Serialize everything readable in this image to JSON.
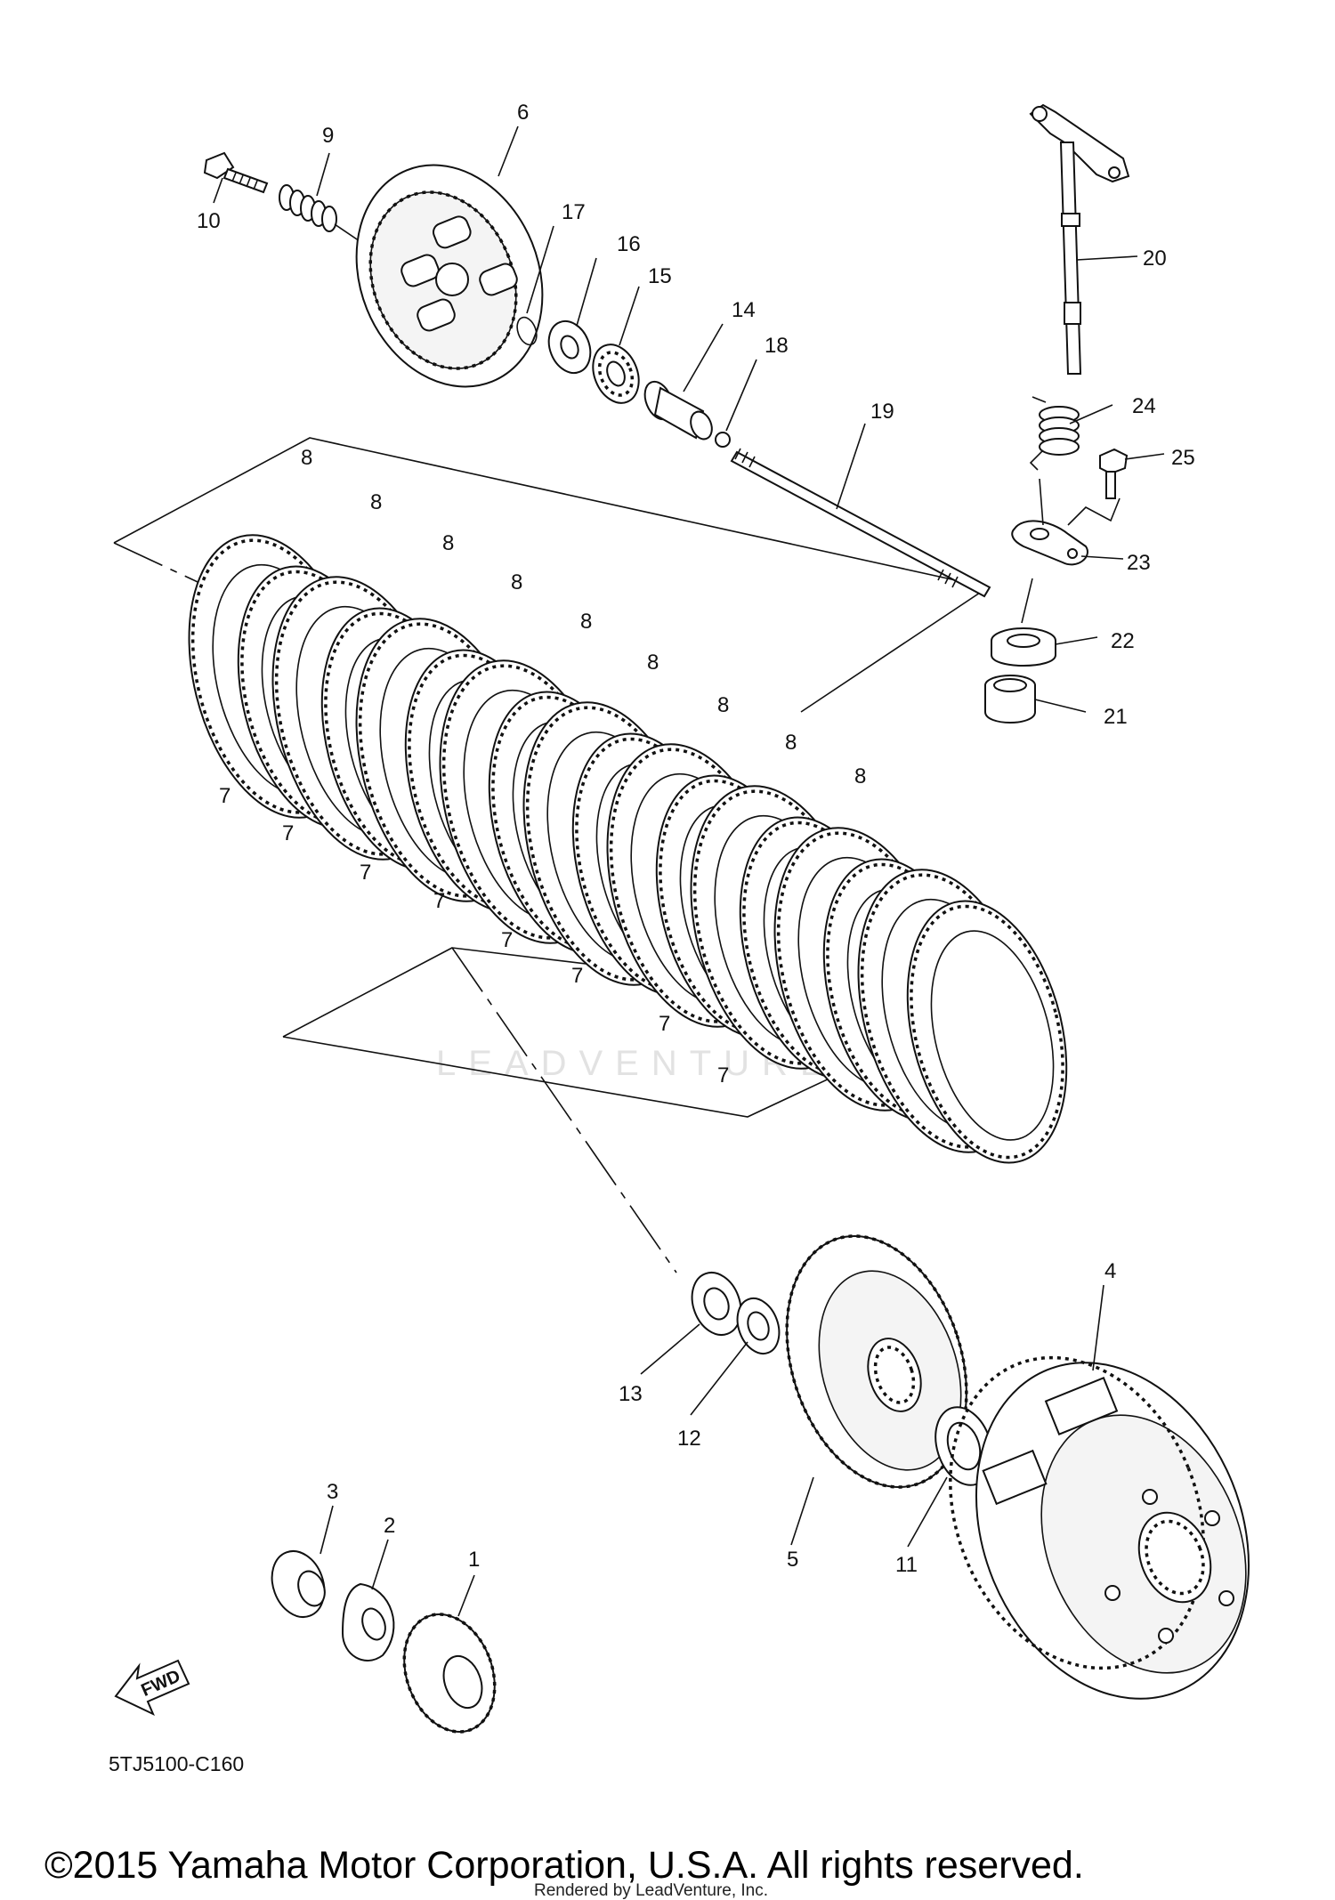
{
  "diagram": {
    "callouts": [
      {
        "id": "1",
        "label": "1"
      },
      {
        "id": "2",
        "label": "2"
      },
      {
        "id": "3",
        "label": "3"
      },
      {
        "id": "4",
        "label": "4"
      },
      {
        "id": "5",
        "label": "5"
      },
      {
        "id": "6",
        "label": "6"
      },
      {
        "id": "7a",
        "label": "7"
      },
      {
        "id": "7b",
        "label": "7"
      },
      {
        "id": "7c",
        "label": "7"
      },
      {
        "id": "7d",
        "label": "7"
      },
      {
        "id": "7e",
        "label": "7"
      },
      {
        "id": "7f",
        "label": "7"
      },
      {
        "id": "7g",
        "label": "7"
      },
      {
        "id": "7h",
        "label": "7"
      },
      {
        "id": "8a",
        "label": "8"
      },
      {
        "id": "8b",
        "label": "8"
      },
      {
        "id": "8c",
        "label": "8"
      },
      {
        "id": "8d",
        "label": "8"
      },
      {
        "id": "8e",
        "label": "8"
      },
      {
        "id": "8f",
        "label": "8"
      },
      {
        "id": "8g",
        "label": "8"
      },
      {
        "id": "8h",
        "label": "8"
      },
      {
        "id": "8i",
        "label": "8"
      },
      {
        "id": "9",
        "label": "9"
      },
      {
        "id": "10",
        "label": "10"
      },
      {
        "id": "11",
        "label": "11"
      },
      {
        "id": "12",
        "label": "12"
      },
      {
        "id": "13",
        "label": "13"
      },
      {
        "id": "14",
        "label": "14"
      },
      {
        "id": "15",
        "label": "15"
      },
      {
        "id": "16",
        "label": "16"
      },
      {
        "id": "17",
        "label": "17"
      },
      {
        "id": "18",
        "label": "18"
      },
      {
        "id": "19",
        "label": "19"
      },
      {
        "id": "20",
        "label": "20"
      },
      {
        "id": "21",
        "label": "21"
      },
      {
        "id": "22",
        "label": "22"
      },
      {
        "id": "23",
        "label": "23"
      },
      {
        "id": "24",
        "label": "24"
      },
      {
        "id": "25",
        "label": "25"
      }
    ],
    "fwd_label": "FWD",
    "diagram_code": "5TJ5100-C160",
    "watermark": "LEADVENTURE",
    "copyright": "©2015 Yamaha Motor Corporation, U.S.A. All rights reserved.",
    "rendered_by": "Rendered by LeadVenture, Inc."
  }
}
